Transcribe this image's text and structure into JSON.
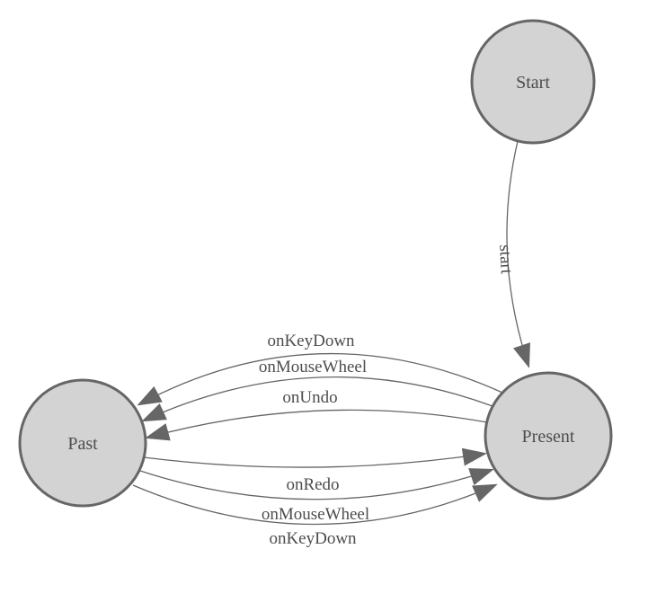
{
  "diagram": {
    "type": "state-machine",
    "nodes": [
      {
        "id": "start",
        "label": "Start"
      },
      {
        "id": "present",
        "label": "Present"
      },
      {
        "id": "past",
        "label": "Past"
      }
    ],
    "edges": [
      {
        "from": "start",
        "to": "present",
        "label": "start"
      },
      {
        "from": "present",
        "to": "past",
        "label": "onKeyDown"
      },
      {
        "from": "present",
        "to": "past",
        "label": "onMouseWheel"
      },
      {
        "from": "present",
        "to": "past",
        "label": "onUndo"
      },
      {
        "from": "past",
        "to": "present",
        "label": "onRedo"
      },
      {
        "from": "past",
        "to": "present",
        "label": "onMouseWheel"
      },
      {
        "from": "past",
        "to": "present",
        "label": "onKeyDown"
      }
    ],
    "colors": {
      "background": "#ffffff",
      "node_fill": "#d3d3d3",
      "node_stroke": "#666666",
      "edge_stroke": "#666666",
      "arrowhead_fill": "#666666",
      "label_text": "#4d4d4d"
    }
  }
}
